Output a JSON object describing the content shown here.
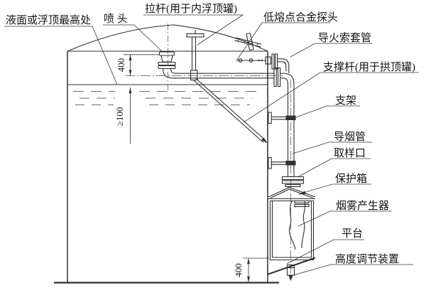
{
  "figure": {
    "type": "engineering-diagram",
    "background": "#ffffff",
    "line_color": "#2e2e2e",
    "text_color": "#151515"
  },
  "labels": {
    "liquid_level": "液面或浮顶最高处",
    "nozzle": "喷 头",
    "pull_rod": "拉杆(用于内浮顶罐)",
    "probe": "低熔点合金探头",
    "fuse_casing": "导火索套管",
    "support_rod": "支撑杆(用于拱顶罐)",
    "bracket": "支架",
    "smoke_pipe": "导烟管",
    "sampling_port": "取样口",
    "protective_box": "保护箱",
    "smoke_generator": "烟雾产生器",
    "platform": "平台",
    "height_adjuster": "高度调节装置"
  },
  "dimensions": {
    "roof_to_nozzle": "400",
    "min_liquid_clearance": "≥100",
    "platform_height": "400"
  }
}
